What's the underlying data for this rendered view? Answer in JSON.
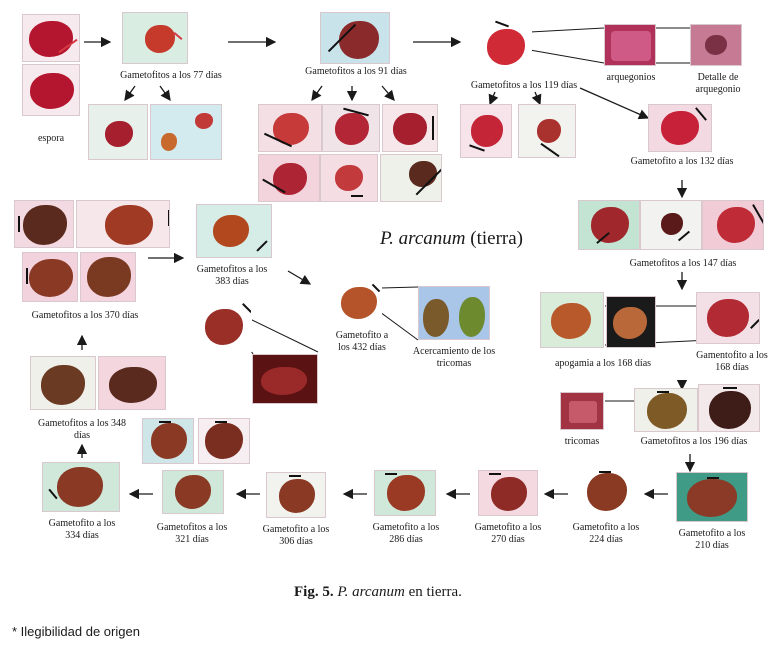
{
  "labels": {
    "espora": "espora",
    "g77": "Gametofitos a los 77 días",
    "g91": "Gametofitos a los 91 días",
    "g119": "Gametofitos a los 119 días",
    "arquegonios": "arquegonios",
    "detalle": "Detalle de arquegonio",
    "g132": "Gametofito a los 132 días",
    "g147": "Gametofitos a los 147 días",
    "apogamia": "apogamia a los 168 días",
    "g168": "Gamentofito a los 168 días",
    "tricomas": "tricomas",
    "g196": "Gametofitos a los 196 días",
    "g210": "Gametofito a los 210 días",
    "g224": "Gametofito a los 224 días",
    "g270": "Gametofito a los 270 días",
    "g286": "Gametofito a los 286 días",
    "g306": "Gametofito a los 306 días",
    "g321": "Gametofitos a los 321 días",
    "g334": "Gametofito a los 334 días",
    "g348": "Gametofitos a los 348 días",
    "g370": "Gametofitos a los 370 días",
    "g383": "Gametofitos a los 383 días",
    "g432": "Gametofito a los 432 días",
    "acercamiento": "Acercamiento de los tricomas"
  },
  "center_title": {
    "species": "P. arcanum",
    "suffix": "(tierra)"
  },
  "figure_caption": {
    "fig": "Fig. 5.",
    "species": "P. arcanum",
    "rest": "en tierra."
  },
  "footnote": "* Ilegibilidad de origen",
  "colors": {
    "paper": "#ffffff",
    "tissue": "#c2273f",
    "tissue_dark": "#5a1a16",
    "background_pink": "#f2c7d2",
    "background_green": "#bfe0cf",
    "arrow": "#1a1a1a"
  }
}
